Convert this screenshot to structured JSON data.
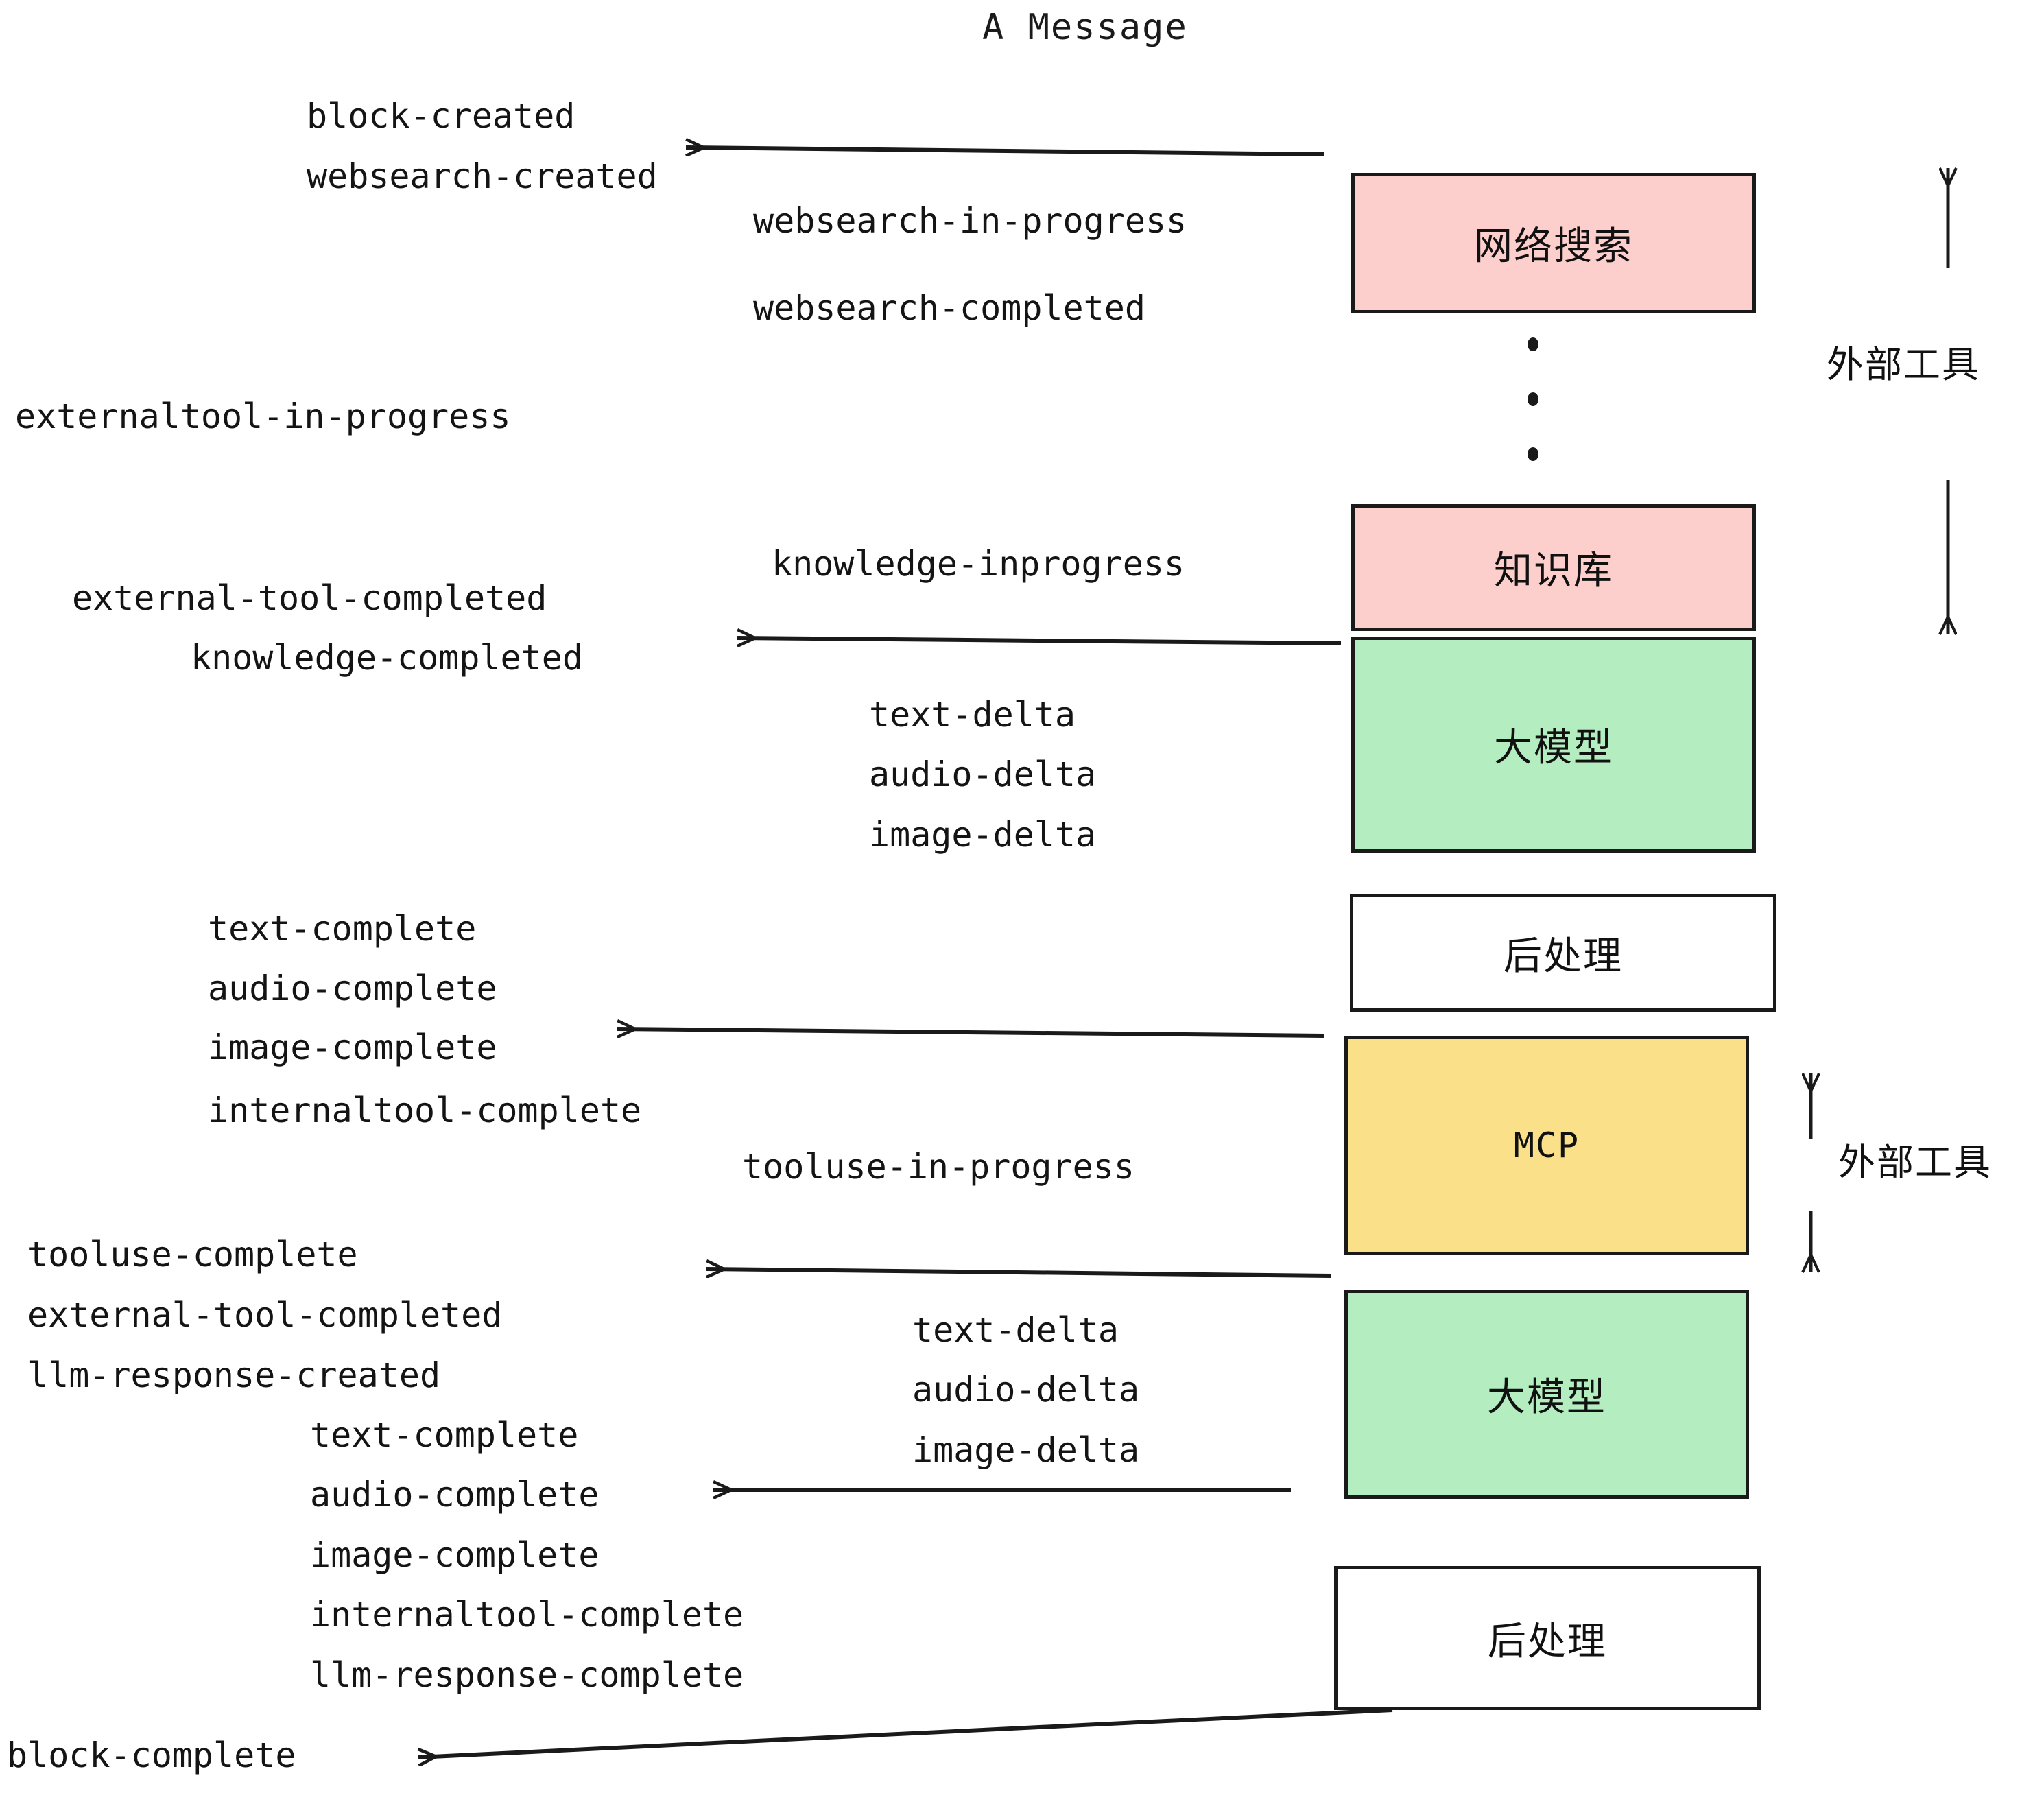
{
  "title": "A Message",
  "events": {
    "block_created": "block-created",
    "websearch_created": "websearch-created",
    "websearch_in_progress": "websearch-in-progress",
    "websearch_completed": "websearch-completed",
    "externaltool_in_progress": "externaltool-in-progress",
    "knowledge_inprogress": "knowledge-inprogress",
    "external_tool_completed_1": "external-tool-completed",
    "knowledge_completed": "knowledge-completed",
    "text_delta_1": "text-delta",
    "audio_delta_1": "audio-delta",
    "image_delta_1": "image-delta",
    "text_complete_1": "text-complete",
    "audio_complete_1": "audio-complete",
    "image_complete_1": "image-complete",
    "internaltool_complete_1": "internaltool-complete",
    "tooluse_in_progress": "tooluse-in-progress",
    "tooluse_complete": "tooluse-complete",
    "external_tool_completed_2": "external-tool-completed",
    "llm_response_created": "llm-response-created",
    "text_delta_2": "text-delta",
    "audio_delta_2": "audio-delta",
    "image_delta_2": "image-delta",
    "text_complete_2": "text-complete",
    "audio_complete_2": "audio-complete",
    "image_complete_2": "image-complete",
    "internaltool_complete_2": "internaltool-complete",
    "llm_response_complete": "llm-response-complete",
    "block_complete": "block-complete"
  },
  "boxes": {
    "websearch": "网络搜索",
    "knowledge": "知识库",
    "llm_1": "大模型",
    "postprocess_1": "后处理",
    "mcp": "MCP",
    "llm_2": "大模型",
    "postprocess_2": "后处理"
  },
  "side_labels": {
    "external_tools_top": "外部工具",
    "external_tools_bottom": "外部工具"
  },
  "colors": {
    "pink": "#fccfcc",
    "green": "#b3edc0",
    "yellow": "#fbe08a",
    "white": "#ffffff",
    "stroke": "#1a1a1a",
    "text": "#141414"
  }
}
